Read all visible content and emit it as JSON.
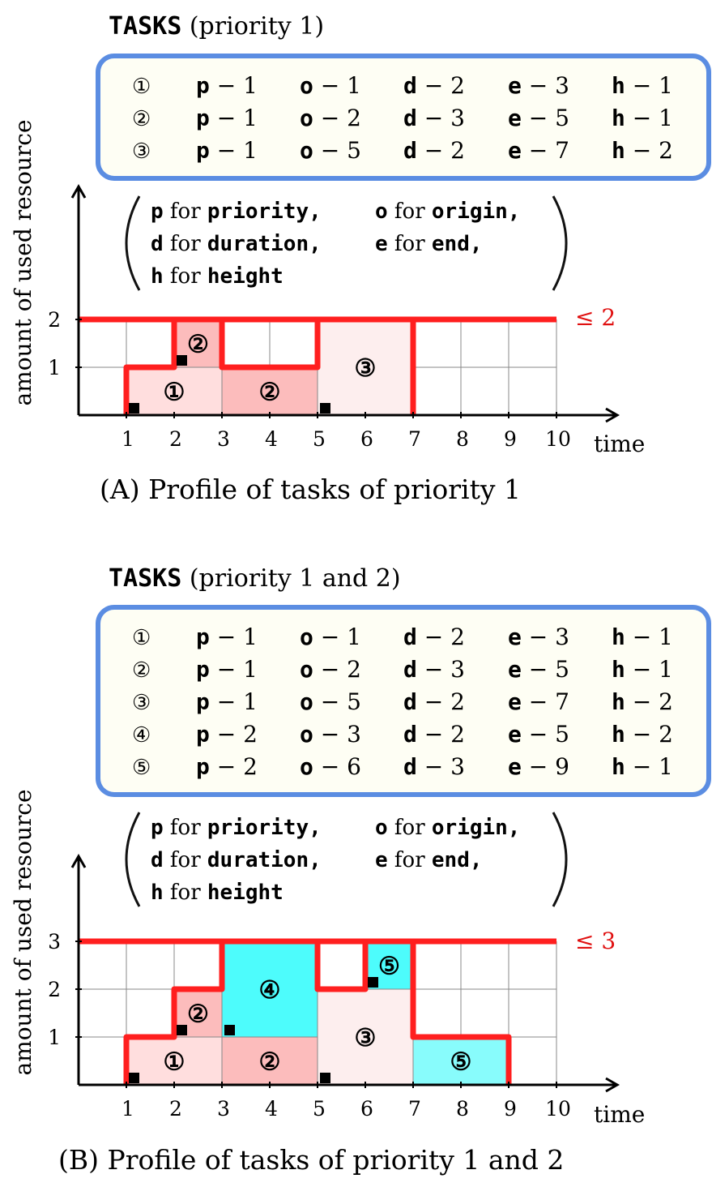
{
  "panels": [
    {
      "heading_keyword": "TASKS",
      "heading_rest": " (priority 1)",
      "tasks": [
        {
          "id": "①",
          "p": "1",
          "o": "1",
          "d": "2",
          "e": "3",
          "h": "1"
        },
        {
          "id": "②",
          "p": "1",
          "o": "2",
          "d": "3",
          "e": "5",
          "h": "1"
        },
        {
          "id": "③",
          "p": "1",
          "o": "5",
          "d": "2",
          "e": "7",
          "h": "2"
        }
      ],
      "legend": [
        [
          {
            "k": "p",
            "w": "for",
            "v": "priority,"
          },
          {
            "k": "o",
            "w": "for",
            "v": "origin,"
          }
        ],
        [
          {
            "k": "d",
            "w": "for",
            "v": "duration,"
          },
          {
            "k": "e",
            "w": "for",
            "v": "end,"
          }
        ],
        [
          {
            "k": "h",
            "w": "for",
            "v": "height"
          }
        ]
      ],
      "ylabel": "amount of used resource",
      "xlabel": "time",
      "limit_label": "≤ 2",
      "caption": "(A) Profile of tasks of priority 1"
    },
    {
      "heading_keyword": "TASKS",
      "heading_rest": " (priority 1 and 2)",
      "tasks": [
        {
          "id": "①",
          "p": "1",
          "o": "1",
          "d": "2",
          "e": "3",
          "h": "1"
        },
        {
          "id": "②",
          "p": "1",
          "o": "2",
          "d": "3",
          "e": "5",
          "h": "1"
        },
        {
          "id": "③",
          "p": "1",
          "o": "5",
          "d": "2",
          "e": "7",
          "h": "2"
        },
        {
          "id": "④",
          "p": "2",
          "o": "3",
          "d": "2",
          "e": "5",
          "h": "2"
        },
        {
          "id": "⑤",
          "p": "2",
          "o": "6",
          "d": "3",
          "e": "9",
          "h": "1"
        }
      ],
      "legend": [
        [
          {
            "k": "p",
            "w": "for",
            "v": "priority,"
          },
          {
            "k": "o",
            "w": "for",
            "v": "origin,"
          }
        ],
        [
          {
            "k": "d",
            "w": "for",
            "v": "duration,"
          },
          {
            "k": "e",
            "w": "for",
            "v": "end,"
          }
        ],
        [
          {
            "k": "h",
            "w": "for",
            "v": "height"
          }
        ]
      ],
      "ylabel": "amount of used resource",
      "xlabel": "time",
      "limit_label": "≤ 3",
      "caption": "(B) Profile of tasks of priority 1 and 2"
    }
  ],
  "charts": [
    {
      "x_ticks": [
        "1",
        "2",
        "3",
        "4",
        "5",
        "6",
        "7",
        "8",
        "9",
        "10"
      ],
      "y_ticks": [
        "1",
        "2"
      ],
      "y_max": 2,
      "limit": 2,
      "blocks": [
        {
          "label": "①",
          "x0": 1,
          "x1": 3,
          "y0": 0,
          "y1": 1,
          "color": "#ffdede"
        },
        {
          "label": "②",
          "x0": 3,
          "x1": 5,
          "y0": 0,
          "y1": 1,
          "color": "#fcbcbc"
        },
        {
          "label": "②",
          "x0": 2,
          "x1": 3,
          "y0": 1,
          "y1": 2,
          "color": "#fcbcbc"
        },
        {
          "label": "③",
          "x0": 5,
          "x1": 7,
          "y0": 0,
          "y1": 2,
          "color": "#fdeeee"
        }
      ],
      "profile": [
        [
          1,
          0
        ],
        [
          1,
          1
        ],
        [
          2,
          1
        ],
        [
          2,
          2
        ],
        [
          3,
          2
        ],
        [
          3,
          1
        ],
        [
          5,
          1
        ],
        [
          5,
          2
        ],
        [
          7,
          2
        ],
        [
          7,
          0
        ]
      ],
      "markers": [
        [
          1,
          0
        ],
        [
          2,
          1
        ],
        [
          5,
          0
        ]
      ]
    },
    {
      "x_ticks": [
        "1",
        "2",
        "3",
        "4",
        "5",
        "6",
        "7",
        "8",
        "9",
        "10"
      ],
      "y_ticks": [
        "1",
        "2",
        "3"
      ],
      "y_max": 3,
      "limit": 3,
      "blocks": [
        {
          "label": "①",
          "x0": 1,
          "x1": 3,
          "y0": 0,
          "y1": 1,
          "color": "#ffdede"
        },
        {
          "label": "②",
          "x0": 3,
          "x1": 5,
          "y0": 0,
          "y1": 1,
          "color": "#fcbcbc"
        },
        {
          "label": "②",
          "x0": 2,
          "x1": 3,
          "y0": 1,
          "y1": 2,
          "color": "#fcbcbc"
        },
        {
          "label": "④",
          "x0": 3,
          "x1": 5,
          "y0": 1,
          "y1": 3,
          "color": "#4dfcfc"
        },
        {
          "label": "③",
          "x0": 5,
          "x1": 7,
          "y0": 0,
          "y1": 2,
          "color": "#fdeeee"
        },
        {
          "label": "⑤",
          "x0": 6,
          "x1": 7,
          "y0": 2,
          "y1": 3,
          "color": "#4dfcfc"
        },
        {
          "label": "⑤",
          "x0": 7,
          "x1": 9,
          "y0": 0,
          "y1": 1,
          "color": "#88fcfc"
        }
      ],
      "profile": [
        [
          1,
          0
        ],
        [
          1,
          1
        ],
        [
          2,
          1
        ],
        [
          2,
          2
        ],
        [
          3,
          2
        ],
        [
          3,
          3
        ],
        [
          5,
          3
        ],
        [
          5,
          2
        ],
        [
          6,
          2
        ],
        [
          6,
          3
        ],
        [
          7,
          3
        ],
        [
          7,
          1
        ],
        [
          9,
          1
        ],
        [
          9,
          0
        ]
      ],
      "markers": [
        [
          1,
          0
        ],
        [
          2,
          1
        ],
        [
          3,
          1
        ],
        [
          5,
          0
        ],
        [
          6,
          2
        ]
      ]
    }
  ],
  "colors": {
    "box_border": "#5b8de2",
    "box_fill": "#fefef4",
    "profile_red": "#ff1f1f",
    "limit_text": "#e01010"
  }
}
